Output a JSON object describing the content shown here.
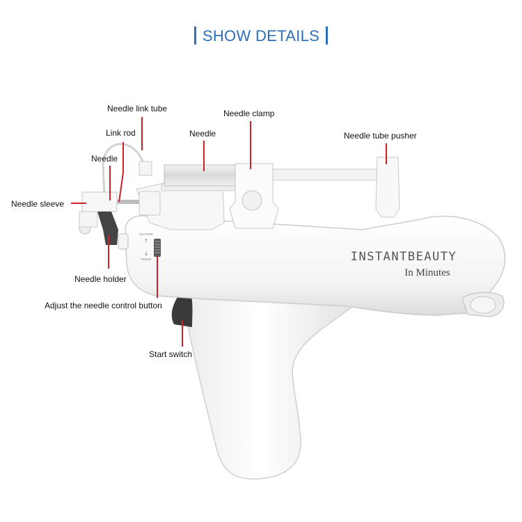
{
  "header": {
    "title": "SHOW DETAILS"
  },
  "device": {
    "brand": "INSTANTBEAUTY",
    "tagline": "In Minutes",
    "dial_top": "OUTSIDE",
    "dial_bottom": "INSIDE"
  },
  "labels": {
    "needle_link_tube": "Needle link tube",
    "needle_clamp": "Needle clamp",
    "link_rod": "Link rod",
    "needle_top": "Needle",
    "needle_tube_pusher": "Needle tube pusher",
    "needle_left": "Needle",
    "needle_sleeve": "Needle sleeve",
    "needle_holder": "Needle holder",
    "adjust_button": "Adjust the needle control button",
    "start_switch": "Start switch"
  },
  "colors": {
    "accent": "#2f6fb6",
    "callout_line": "#d0202a"
  }
}
